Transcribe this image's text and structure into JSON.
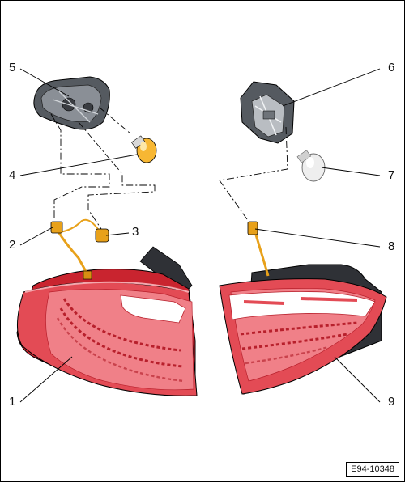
{
  "callouts": [
    {
      "id": "c1",
      "label": "1"
    },
    {
      "id": "c2",
      "label": "2"
    },
    {
      "id": "c3",
      "label": "3"
    },
    {
      "id": "c4",
      "label": "4"
    },
    {
      "id": "c5",
      "label": "5"
    },
    {
      "id": "c6",
      "label": "6"
    },
    {
      "id": "c7",
      "label": "7"
    },
    {
      "id": "c8",
      "label": "8"
    },
    {
      "id": "c9",
      "label": "9"
    }
  ],
  "figure_ref": "E94-10348",
  "colors": {
    "lamp_red": "#e34b55",
    "lamp_red_light": "#f3a8ae",
    "lamp_red_dark": "#b8202c",
    "bulb_amber": "#f7b733",
    "connector_yellow": "#e8a11a",
    "socket_gray": "#555a60",
    "line": "#000000"
  }
}
